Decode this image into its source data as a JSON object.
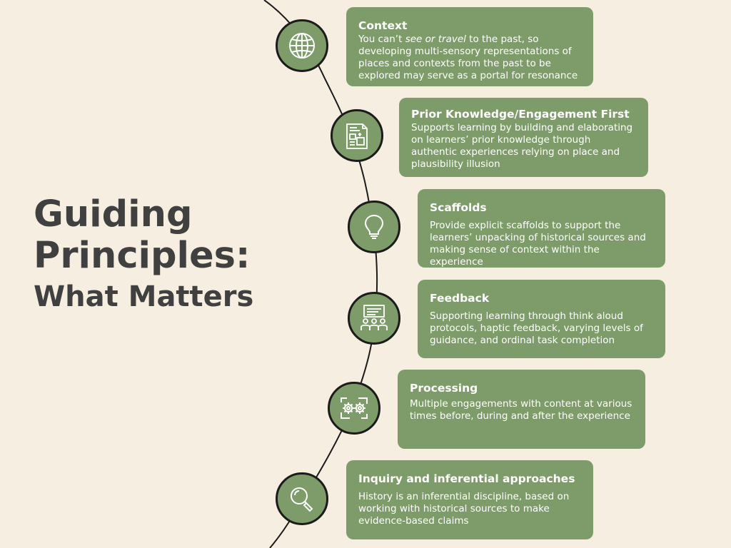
{
  "title": {
    "line1": "Guiding",
    "line2": "Principles:",
    "line3": "What Matters"
  },
  "colors": {
    "background": "#f6eee1",
    "card": "#7e9c69",
    "title_text": "#404040",
    "timeline": "#1b1b1b",
    "card_text": "#ffffff"
  },
  "principles": [
    {
      "title": "Context",
      "text_before": "You can’t ",
      "text_emphasis": "see or travel",
      "text_after": " to the past, so developing multi-sensory representations of places and contexts from the past to be explored may serve as a portal for resonance",
      "icon": "globe-icon"
    },
    {
      "title": "Prior Knowledge/Engagement First",
      "text": "Supports learning by building and elaborating on learners’ prior knowledge through authentic experiences relying on place and plausibility illusion",
      "icon": "document-chart-icon"
    },
    {
      "title": "Scaffolds",
      "text": "Provide explicit scaffolds to support the learners’ unpacking of historical sources and making sense of context within the experience",
      "icon": "lightbulb-icon"
    },
    {
      "title": "Feedback",
      "text": "Supporting learning through think aloud protocols, haptic feedback, varying levels of guidance, and ordinal task completion",
      "icon": "presentation-icon"
    },
    {
      "title": "Processing",
      "text": "Multiple engagements with content at various times before, during and after the experience",
      "icon": "gears-icon"
    },
    {
      "title": "Inquiry and inferential approaches",
      "text": "History is an inferential discipline, based on working with historical sources to make evidence-based claims",
      "icon": "magnifier-icon"
    }
  ]
}
